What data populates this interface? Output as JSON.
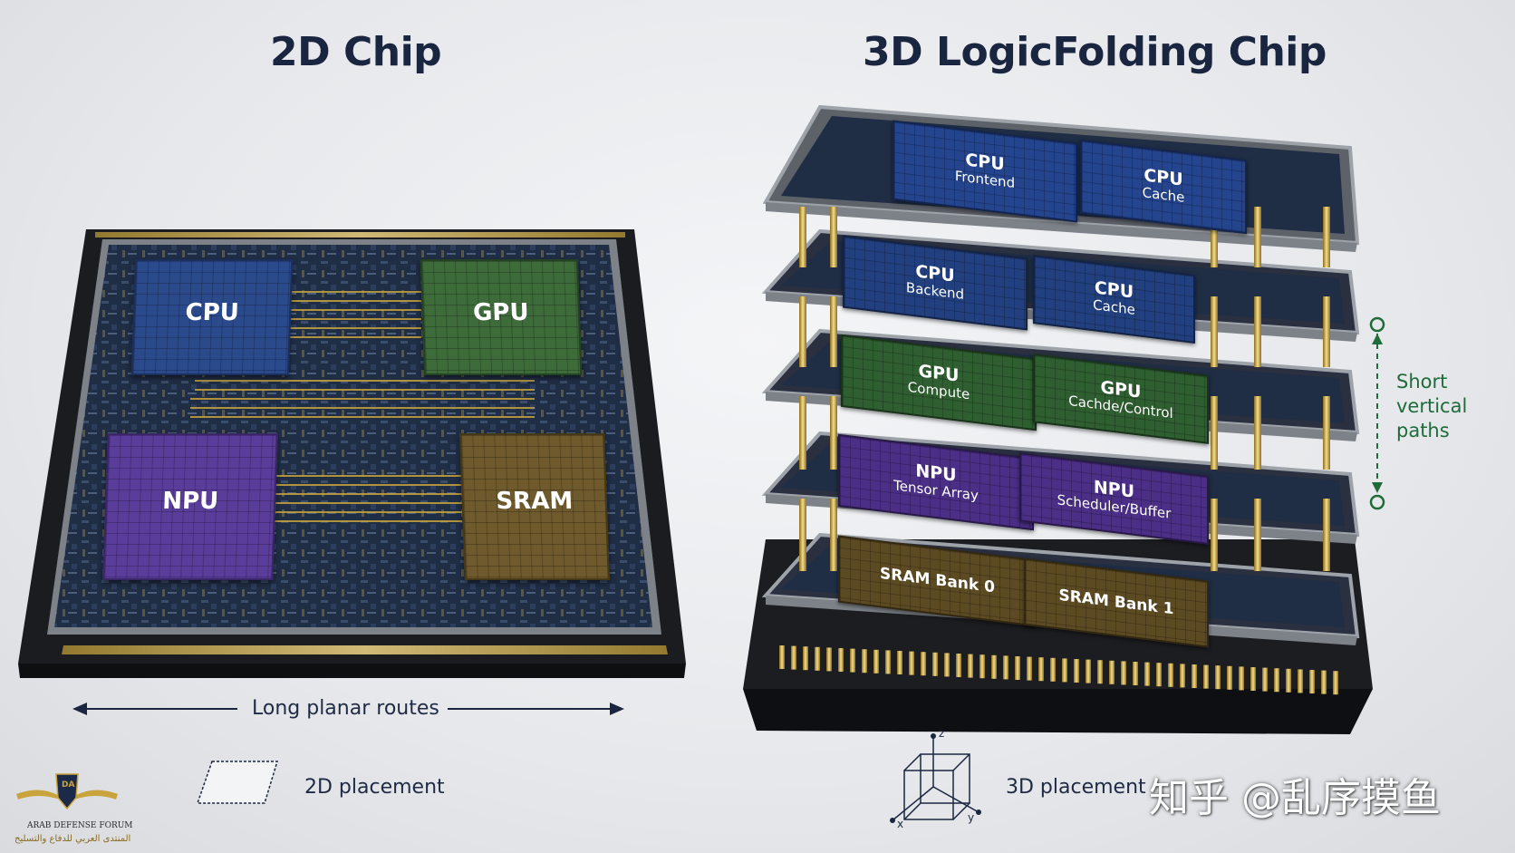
{
  "titles": {
    "left": "2D Chip",
    "right": "3D LogicFolding Chip"
  },
  "chip2d": {
    "blocks": [
      {
        "label": "CPU",
        "color": "#2b4a8c"
      },
      {
        "label": "GPU",
        "color": "#3d6b3a"
      },
      {
        "label": "NPU",
        "color": "#5a3d9a"
      },
      {
        "label": "SRAM",
        "color": "#6e5a2c"
      }
    ]
  },
  "chip3d": {
    "layers": [
      {
        "a": [
          "CPU",
          "Frontend"
        ],
        "b": [
          "CPU",
          "Cache"
        ],
        "color": "#24448e"
      },
      {
        "a": [
          "CPU",
          "Backend"
        ],
        "b": [
          "CPU",
          "Cache"
        ],
        "color": "#22407f"
      },
      {
        "a": [
          "GPU",
          "Compute"
        ],
        "b": [
          "GPU",
          "Cachde/Control"
        ],
        "color": "#2f5e31"
      },
      {
        "a": [
          "NPU",
          "Tensor Array"
        ],
        "b": [
          "NPU",
          "Scheduler/Buffer"
        ],
        "color": "#4b2e86"
      },
      {
        "a": [
          "SRAM Bank 0"
        ],
        "b": [
          "SRAM Bank 1"
        ],
        "color": "#5c4a22"
      }
    ]
  },
  "annotations": {
    "long_routes": "Long planar routes",
    "placement_2d": "2D placement",
    "placement_3d": "3D placement",
    "short_paths": [
      "Short",
      "vertical",
      "paths"
    ],
    "axis_x": "x",
    "axis_y": "y",
    "axis_z": "z"
  },
  "watermark": "知乎 @乱序摸鱼",
  "logo": {
    "monogram": "DA",
    "name": "ARAB DEFENSE FORUM",
    "arabic": "المنتدى العربي للدفاع والتسليح"
  },
  "colors": {
    "title": "#1a2540",
    "path_green": "#1f6b3a",
    "gold": "#c9a43c"
  }
}
